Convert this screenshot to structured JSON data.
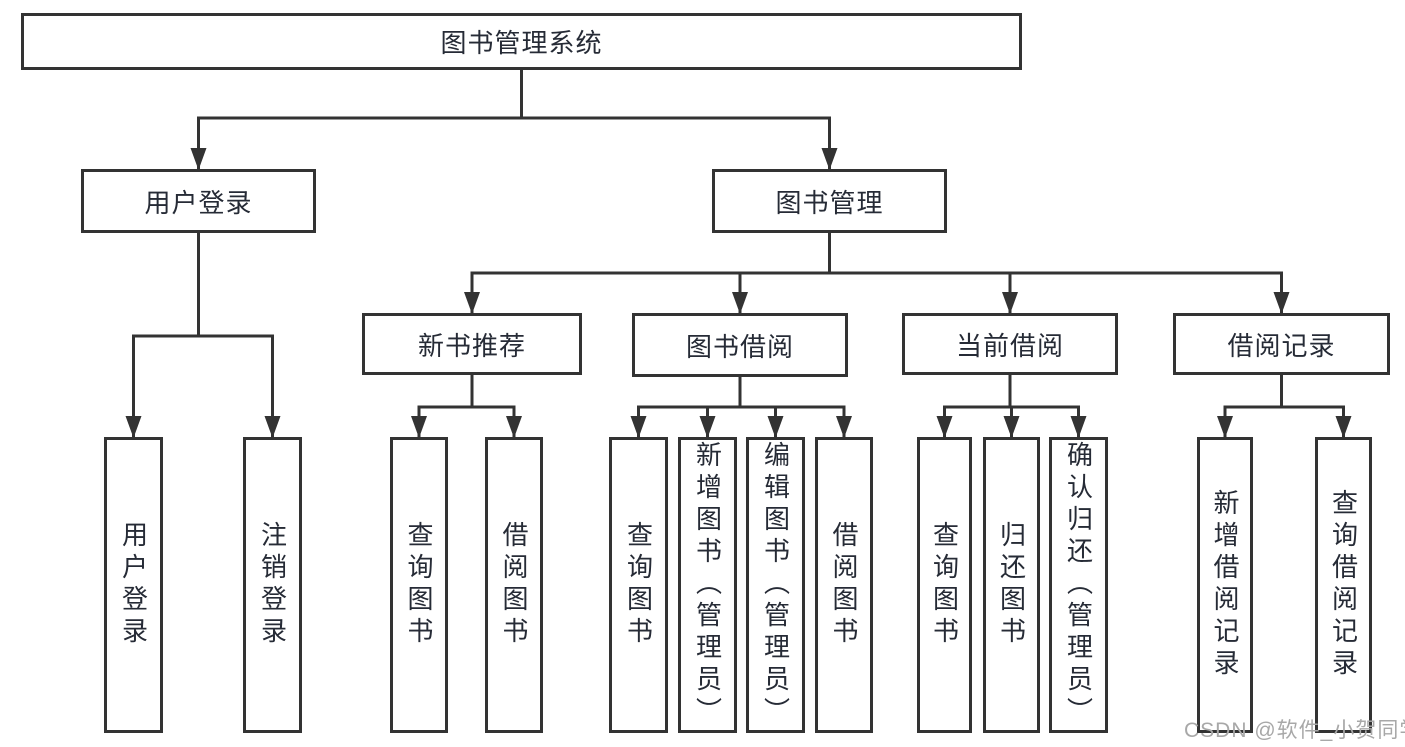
{
  "diagram": {
    "type": "tree",
    "root": {
      "label": "图书管理系统"
    },
    "branches": [
      {
        "label": "用户登录",
        "leaves": [
          {
            "label": "用户登录"
          },
          {
            "label": "注销登录"
          }
        ]
      },
      {
        "label": "图书管理",
        "groups": [
          {
            "label": "新书推荐",
            "leaves": [
              {
                "label": "查询图书"
              },
              {
                "label": "借阅图书"
              }
            ]
          },
          {
            "label": "图书借阅",
            "leaves": [
              {
                "label": "查询图书"
              },
              {
                "label": "新增图书（管理员）"
              },
              {
                "label": "编辑图书（管理员）"
              },
              {
                "label": "借阅图书"
              }
            ]
          },
          {
            "label": "当前借阅",
            "leaves": [
              {
                "label": "查询图书"
              },
              {
                "label": "归还图书"
              },
              {
                "label": "确认归还（管理员）"
              }
            ]
          },
          {
            "label": "借阅记录",
            "leaves": [
              {
                "label": "新增借阅记录"
              },
              {
                "label": "查询借阅记录"
              }
            ]
          }
        ]
      }
    ]
  },
  "watermark": {
    "text": "CSDN @软件_小贺同学"
  },
  "colors": {
    "border": "#333333",
    "line": "#333333",
    "text": "#262b36",
    "background": "#ffffff",
    "watermark": "#a8a8a8"
  }
}
